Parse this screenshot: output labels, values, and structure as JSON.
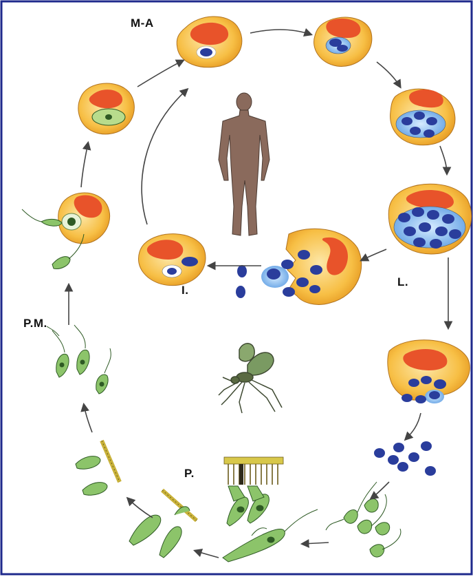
{
  "labels": {
    "ma": "M-A",
    "l": "L.",
    "i": "I.",
    "pm": "P.M.",
    "p": "P."
  },
  "colors": {
    "border": "#1f2a8c",
    "cytoplasm": "#f5b93a",
    "cytoplasm_light": "#fbe3a2",
    "host_nucleus": "#e8532a",
    "amastigote": "#2a3d9c",
    "amastigote_light": "#9fc4ef",
    "promastigote": "#8cc46a",
    "promastigote_dark": "#2e5a24",
    "gut_wall": "#d8c84a",
    "human": "#8a6a5c",
    "arrow": "#444444"
  },
  "icons": [
    "human-figure-icon",
    "sandfly-icon"
  ]
}
